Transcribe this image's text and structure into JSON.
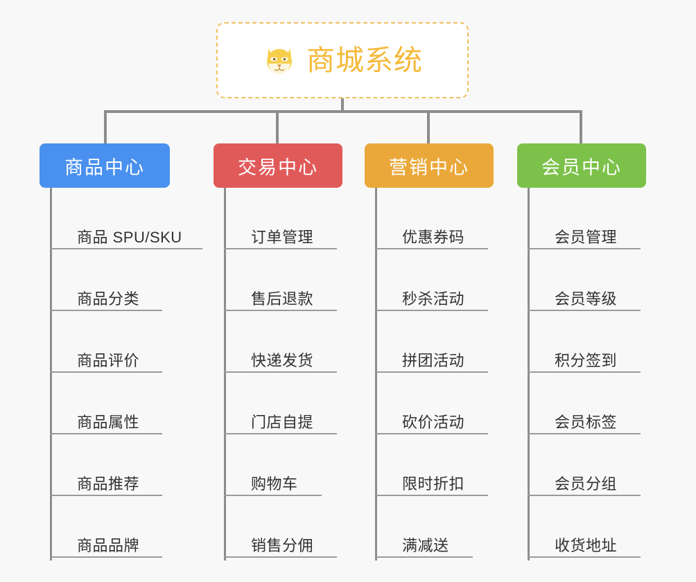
{
  "diagram": {
    "type": "organization-tree",
    "background_color": "#f8f8f8",
    "root": {
      "title": "商城系统",
      "icon": "shiba-dog-face-icon",
      "icon_color": "#f7cf4d",
      "text_color": "#f5b939",
      "border_color": "#f0c060",
      "border_style": "dashed"
    },
    "categories": [
      {
        "label": "商品中心",
        "color": "#4a90ee",
        "items": [
          "商品 SPU/SKU",
          "商品分类",
          "商品评价",
          "商品属性",
          "商品推荐",
          "商品品牌"
        ]
      },
      {
        "label": "交易中心",
        "color": "#e15a5a",
        "items": [
          "订单管理",
          "售后退款",
          "快递发货",
          "门店自提",
          "购物车",
          "销售分佣"
        ]
      },
      {
        "label": "营销中心",
        "color": "#eaa83a",
        "items": [
          "优惠券码",
          "秒杀活动",
          "拼团活动",
          "砍价活动",
          "限时折扣",
          "满减送"
        ]
      },
      {
        "label": "会员中心",
        "color": "#7cc14a",
        "items": [
          "会员管理",
          "会员等级",
          "积分签到",
          "会员标签",
          "会员分组",
          "收货地址"
        ]
      }
    ],
    "connector_color": "#8c8c8c",
    "leaf_line_color": "#9a9a9a",
    "leaf_text_color": "#303133"
  }
}
